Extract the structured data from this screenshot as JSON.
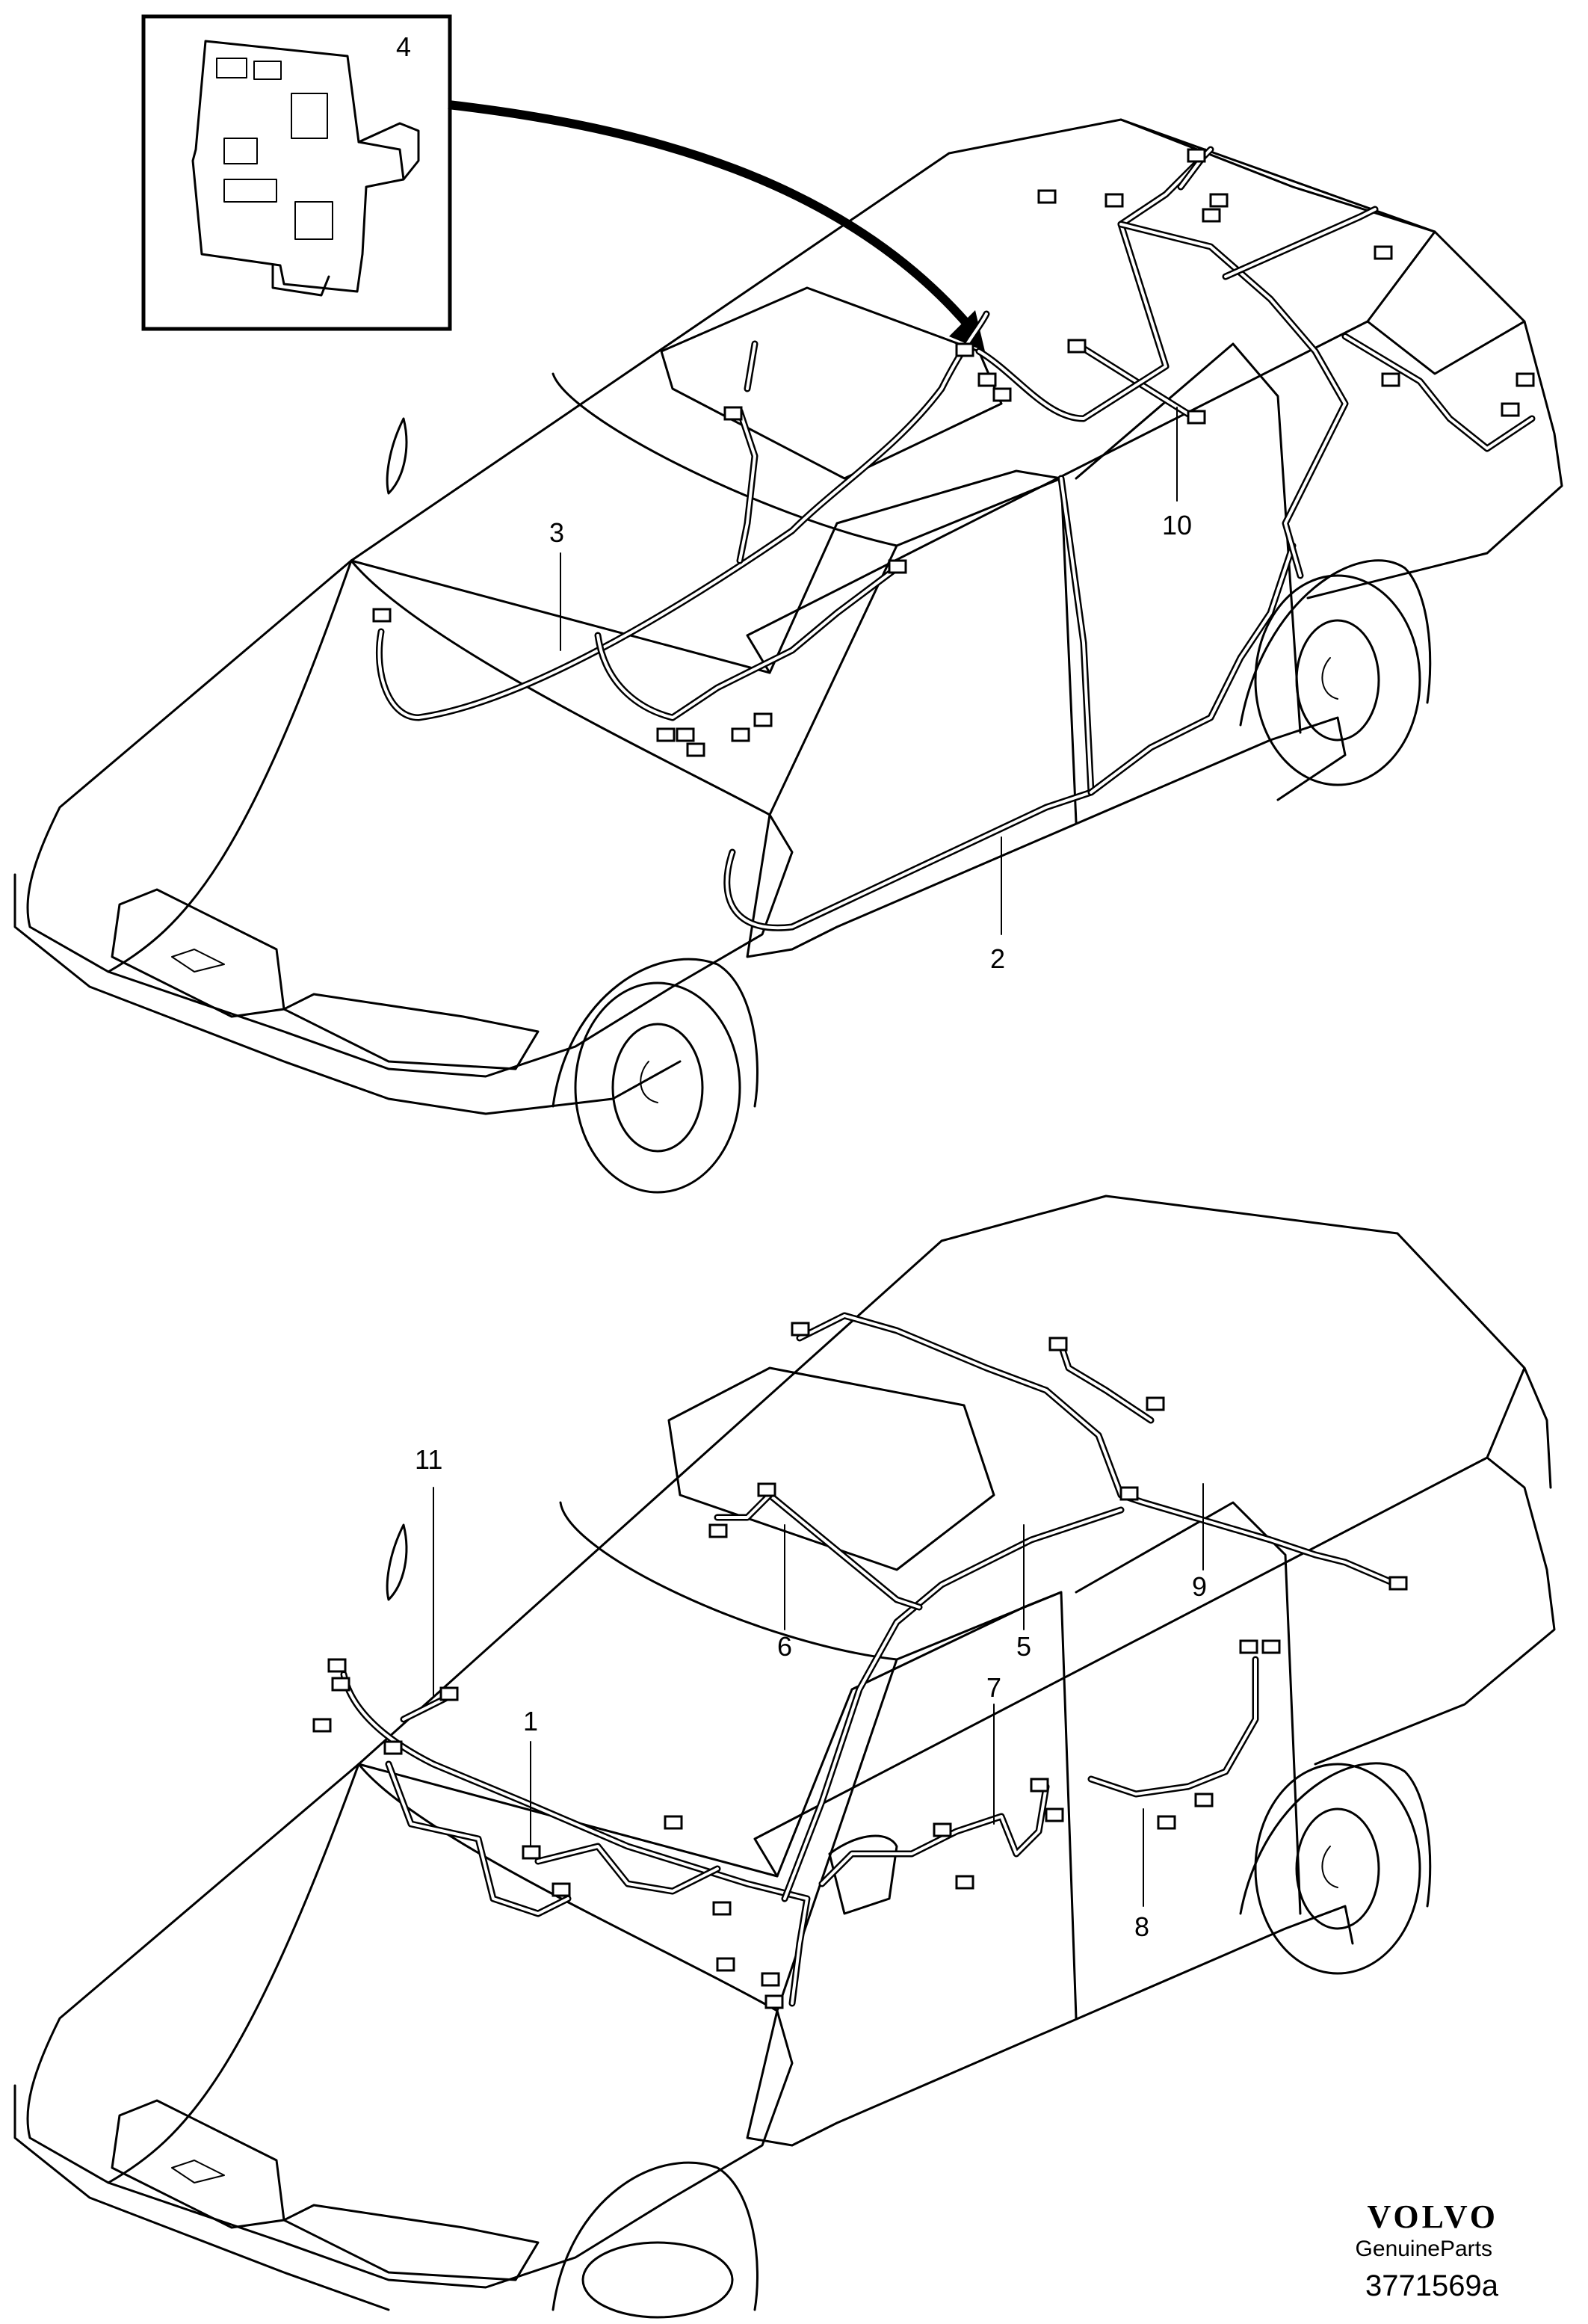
{
  "callouts": {
    "c1": "1",
    "c2": "2",
    "c3": "3",
    "c4": "4",
    "c5": "5",
    "c6": "6",
    "c7": "7",
    "c8": "8",
    "c9": "9",
    "c10": "10",
    "c11": "11"
  },
  "brand": {
    "logo": "VOLVO",
    "sub": "GenuineParts"
  },
  "diagram_id": "3771569a"
}
